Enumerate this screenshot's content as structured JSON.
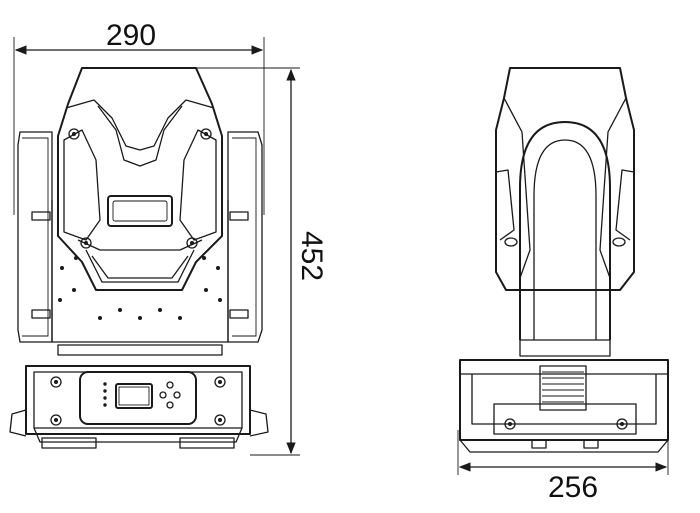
{
  "diagram": {
    "dimensions": {
      "front_width": "290",
      "height": "452",
      "side_width": "256"
    }
  }
}
